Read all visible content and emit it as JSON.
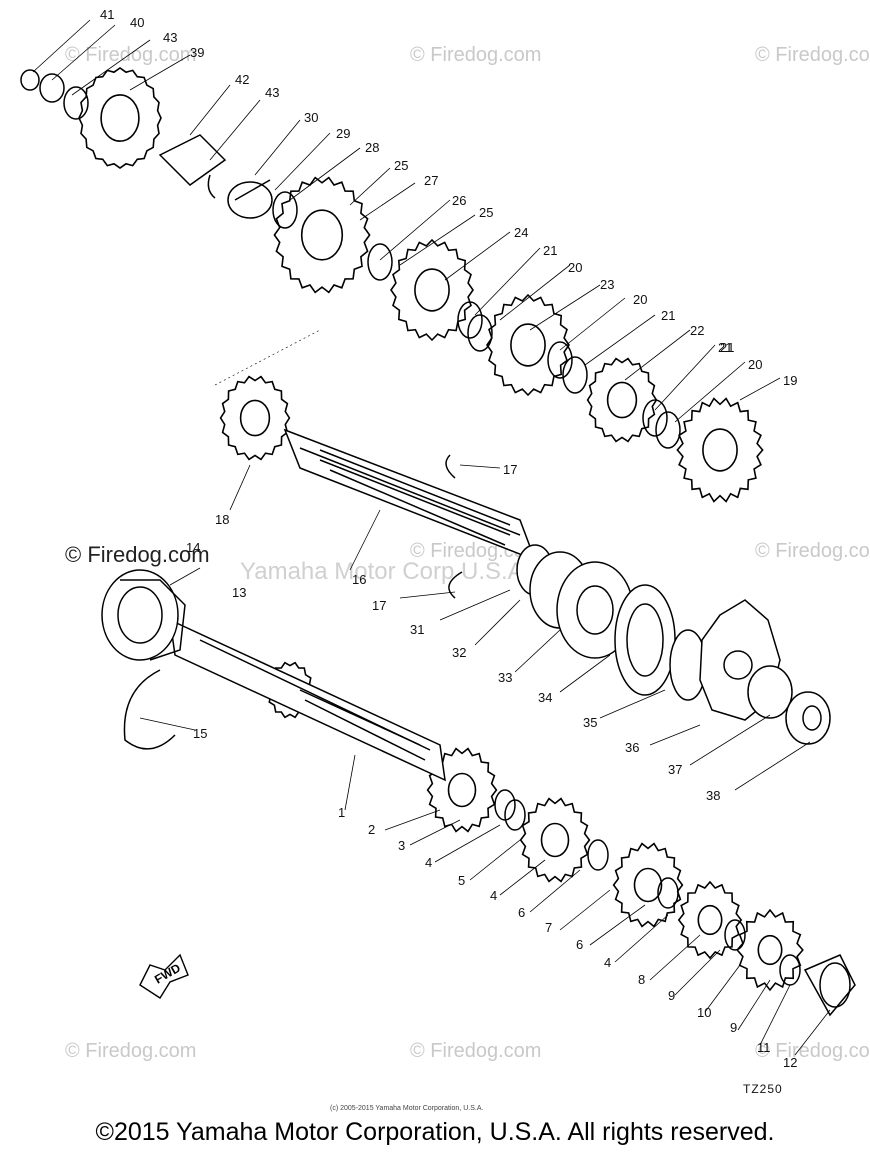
{
  "watermarks": {
    "text": "© Firedog.com",
    "band_text": "Yamaha Motor Corp U.S.A"
  },
  "labels": [
    "1",
    "2",
    "3",
    "4",
    "5",
    "4",
    "6",
    "7",
    "6",
    "4",
    "8",
    "9",
    "10",
    "9",
    "11",
    "12",
    "13",
    "14",
    "15",
    "16",
    "17",
    "17",
    "18",
    "19",
    "20",
    "21",
    "22",
    "21",
    "20",
    "21",
    "23",
    "20",
    "21",
    "24",
    "25",
    "26",
    "27",
    "25",
    "28",
    "29",
    "30",
    "43",
    "42",
    "39",
    "43",
    "40",
    "41",
    "31",
    "32",
    "33",
    "34",
    "35",
    "36",
    "37",
    "38"
  ],
  "diagram": {
    "fwd": "FWD",
    "code": "TZ250",
    "small_copyright": "(c) 2005-2015 Yamaha Motor Corporation, U.S.A."
  },
  "footer": "©2015 Yamaha Motor Corporation, U.S.A. All rights reserved."
}
